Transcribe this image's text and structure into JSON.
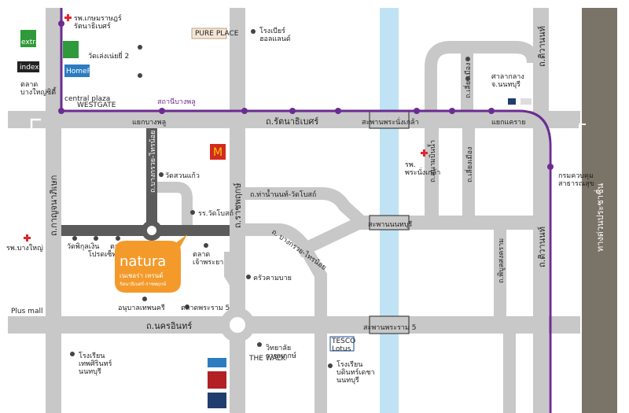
{
  "colors": {
    "road": "#c8c8c8",
    "major_road": "#5b5b5b",
    "river": "#bfe3f4",
    "rail": "#6b2c91",
    "expressway": "#7a7468",
    "accent": "#f39a2b",
    "hospital": "#e0262e"
  },
  "roads": {
    "ratanathibet": "ถ.รัตนาธิเบศร์",
    "nakhon_in": "ถ.นครอินทร์",
    "kanchanaphisek": "ถ.กาญจนาภิเษก",
    "ratchaphruek": "ถ.ราชพฤกษ์",
    "tiwanon_top": "ถ.ติวานนท์",
    "tiwanon_bottom": "ถ.ติวานนท์",
    "bangkruai_sainoi_v": "ถ.บางกรวย-ไทรน้อย",
    "bangkruai_sainoi_diag": "ถ. บางกรวย-ไทรน้อย",
    "ha_nam_bang_wat_bo": "ถ.ท่าน้ำนนท์-วัดโบสถ์",
    "sanambinnam": "ถ.สนามบินน้ำ",
    "liang_mueang": "ถ.เลี่ยงเมือง",
    "liang_mueang2": "ถ.เลี่ยงเมือง",
    "phibunsongkhram": "ถ.พิบูลสงคราม",
    "pracharat_expressway": "ทางด่วนประชาชื่น",
    "wat_pho_ayutthaya": "วัดพิกุลเงิน"
  },
  "junctions": {
    "bang_phlu": "แยกบางพลู",
    "khae_rai": "แยกแคราย"
  },
  "bridges": {
    "phra_nang_klao": "สะพานพระนั่งเกล้า",
    "nonthaburi": "สะพานนนทบุรี",
    "rama5": "สะพานพระราม 5"
  },
  "stations": {
    "bang_phlu": "สถานีบางพลู"
  },
  "places": {
    "kasemrad": "รพ.เกษมราษฎร์\nรัตนาธิเบศร์",
    "wat_lem_2": "วัดเล่งเน่ยยี่ 2",
    "pure_place": "PURE PLACE",
    "beer_holland": "โรงเบียร์\nฮอลแลนด์",
    "bang_yai_market": "ตลาด\nบางใหญ่ซิตี้",
    "central_westgate_1": "central plaza",
    "central_westgate_2": "WESTGATE",
    "sala_klang": "ศาลากลาง\nจ.นนทบุรี",
    "phra_nang_klao_hosp": "รพ.\nพระนั่งเกล้า",
    "wat_suan_kaew": "วัดสวนแก้ว",
    "rr_wat_bot": "รร.วัดโบสถ์",
    "bang_yai_hosp": "รพ.บางใหญ่",
    "wat_phikun_ngoen": "วัดพิกุลเงิน",
    "wat_prang": "โปรดเซ็ทบางใหญ่",
    "big_tree": "ตลาดโพธิ์ทองใหญ่",
    "market_chao_phraya": "ตลาด\nเจ้าพระยา",
    "khrua_kham_bai": "ครัวคามบาย",
    "anuban": "อนุบาลเทพนครี",
    "market_rama5": "ตลาดพระราม 5",
    "krom_sanitation": "กรมควบคุม\nสาธารณสุข",
    "school_thep": "โรงเรียน\nเทพศิรินทร์\nนนทบุรี",
    "ratchaphruek_college": "วิทยาลัย\nราชพฤกษ์",
    "school_nonthaburi": "โรงเรียน\nบดินทร์เดชา\nนนทบุรี",
    "pluss_mall": "Plus mall",
    "the_walk": "THE WALK",
    "tesco": "TESCO\nLotus",
    "homepro": "HomePro",
    "index": "index",
    "extra": "extra"
  },
  "project": {
    "brand": "natura",
    "thai": "เนเชอร่า เทรนด์",
    "sub": "รัตนาธิเบศร์-ราชพฤกษ์"
  }
}
